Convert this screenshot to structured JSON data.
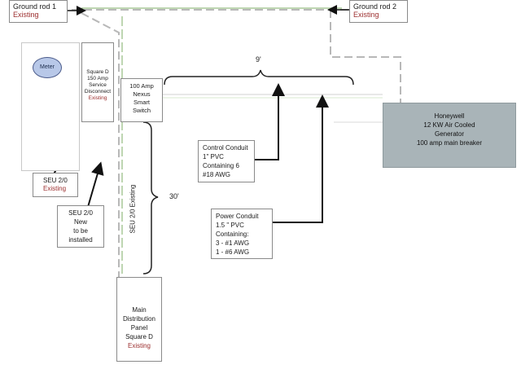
{
  "ground_rod_1": {
    "title": "Ground rod 1",
    "status": "Existing"
  },
  "ground_rod_2": {
    "title": "Ground rod 2",
    "status": "Existing"
  },
  "meter": {
    "label": "Meter"
  },
  "service_disconnect": {
    "lines": [
      "Square D",
      "150 Amp",
      "Service",
      "Disconnect"
    ],
    "status": "Existing"
  },
  "smart_switch": {
    "lines": [
      "100 Amp",
      "Nexus",
      "Smart",
      "Switch"
    ]
  },
  "generator": {
    "lines": [
      "Honeywell",
      "12 KW Air Cooled",
      "Generator",
      "100 amp main breaker"
    ],
    "fill": "#a9b4b8"
  },
  "control_conduit": {
    "lines": [
      "Control Conduit",
      "1\" PVC",
      "Containing 6",
      "#18 AWG"
    ]
  },
  "power_conduit": {
    "lines": [
      "Power Conduit",
      "1.5 \" PVC",
      "Containing:",
      "3 - #1 AWG",
      "1 - #6 AWG"
    ]
  },
  "seu_existing": {
    "title": "SEU 2/0",
    "status": "Existing"
  },
  "seu_new": {
    "lines": [
      "SEU 2/0",
      "New",
      "to be",
      "installed"
    ]
  },
  "main_panel": {
    "lines": [
      "Main",
      "Distribution",
      "Panel",
      "Square D"
    ],
    "status": "Existing"
  },
  "vertical_run": {
    "title": "SEU 2/0 Existing"
  },
  "dim_horizontal": {
    "value": "9'"
  },
  "dim_vertical": {
    "value": "30'"
  },
  "colors": {
    "ground_wire": "#b0b0b0",
    "green_wire": "#a8c898",
    "existing_text": "#9b2d2d"
  }
}
